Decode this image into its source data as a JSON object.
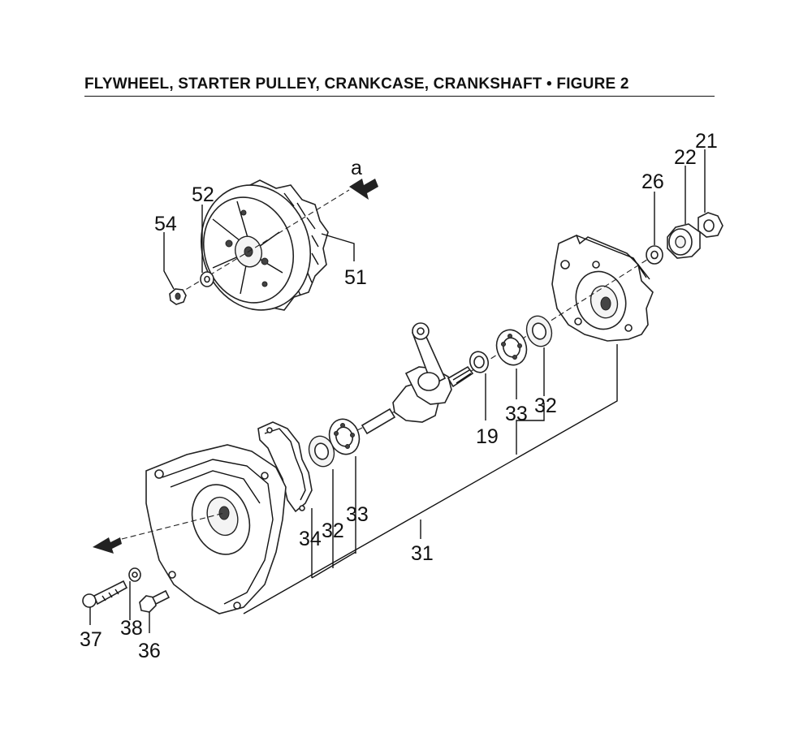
{
  "title": "FLYWHEEL, STARTER PULLEY, CRANKCASE, CRANKSHAFT  •  FIGURE 2",
  "arrow_label": "a",
  "parts": {
    "p21": "21",
    "p22": "22",
    "p26": "26",
    "p52": "52",
    "p54": "54",
    "p51": "51",
    "p19": "19",
    "p33r": "33",
    "p32r": "32",
    "p34": "34",
    "p32l": "32",
    "p33l": "33",
    "p31": "31",
    "p37": "37",
    "p38": "38",
    "p36": "36"
  }
}
